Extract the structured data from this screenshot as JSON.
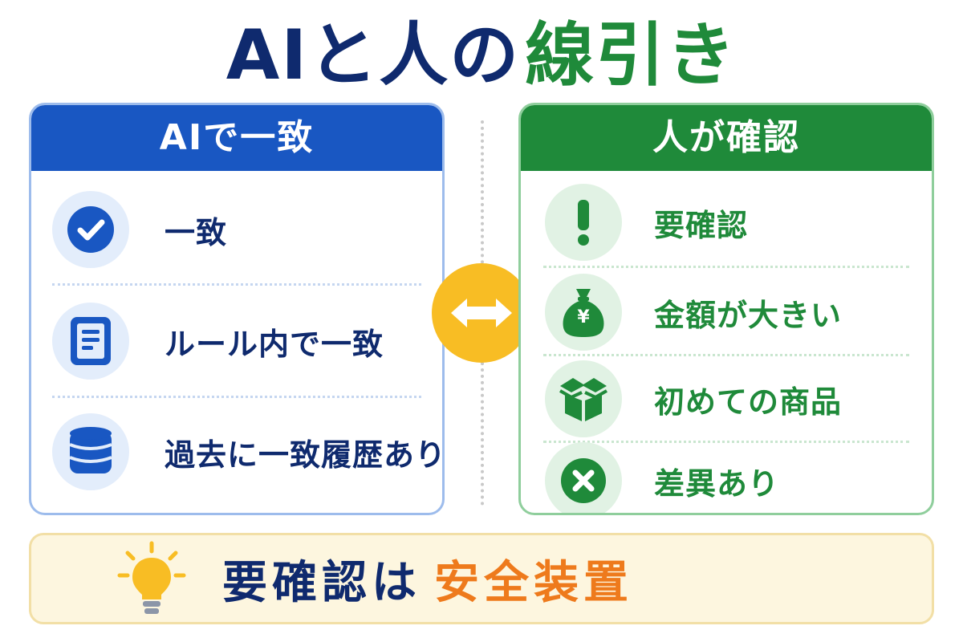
{
  "title": {
    "main": "AIと人の",
    "accent": "線引き"
  },
  "left_panel": {
    "header": "AIで一致",
    "items": [
      {
        "label": "一致",
        "icon": "check-icon"
      },
      {
        "label": "ルール内で一致",
        "icon": "document-icon"
      },
      {
        "label": "過去に一致履歴あり",
        "icon": "database-icon"
      }
    ]
  },
  "center_icon": "double-arrow-icon",
  "right_panel": {
    "header": "人が確認",
    "items": [
      {
        "label": "要確認",
        "icon": "exclamation-icon"
      },
      {
        "label": "金額が大きい",
        "icon": "money-bag-icon",
        "glyph": "¥"
      },
      {
        "label": "初めての商品",
        "icon": "box-icon"
      },
      {
        "label": "差異あり",
        "icon": "cross-icon"
      }
    ]
  },
  "banner": {
    "main": "要確認は",
    "accent": "安全装置",
    "icon": "lightbulb-icon"
  },
  "colors": {
    "navy": "#0f2a6e",
    "blue": "#1957c2",
    "green": "#1f8a3a",
    "yellow": "#f8bd24",
    "orange": "#ee7a1c",
    "cream": "#fdf6df"
  }
}
